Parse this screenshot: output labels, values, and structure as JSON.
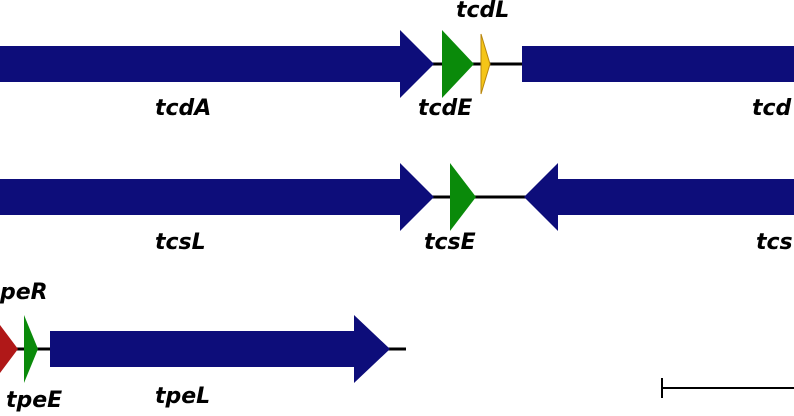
{
  "colors": {
    "large_gene": "#0d0d7a",
    "holin": "#0a8a0a",
    "small_orf": "#f5c518",
    "regulator": "#b01818",
    "line": "#000000"
  },
  "rows": [
    {
      "genes": [
        {
          "name": "tcdA",
          "role": "large_gene",
          "label": "tcdA"
        },
        {
          "name": "tcdE",
          "role": "holin",
          "label": "tcdE"
        },
        {
          "name": "tcdL",
          "role": "small_orf",
          "label": "tcdL"
        },
        {
          "name": "tcdB",
          "role": "large_gene",
          "label": "tcd"
        }
      ]
    },
    {
      "genes": [
        {
          "name": "tcsL",
          "role": "large_gene",
          "label": "tcsL"
        },
        {
          "name": "tcsE",
          "role": "holin",
          "label": "tcsE"
        },
        {
          "name": "tcsH",
          "role": "large_gene",
          "label": "tcs"
        }
      ]
    },
    {
      "genes": [
        {
          "name": "tpeR",
          "role": "regulator",
          "label": "peR"
        },
        {
          "name": "tpeE",
          "role": "holin",
          "label": "tpeE"
        },
        {
          "name": "tpeL",
          "role": "large_gene",
          "label": "tpeL"
        }
      ]
    }
  ],
  "scale_bar": {
    "label": ""
  }
}
